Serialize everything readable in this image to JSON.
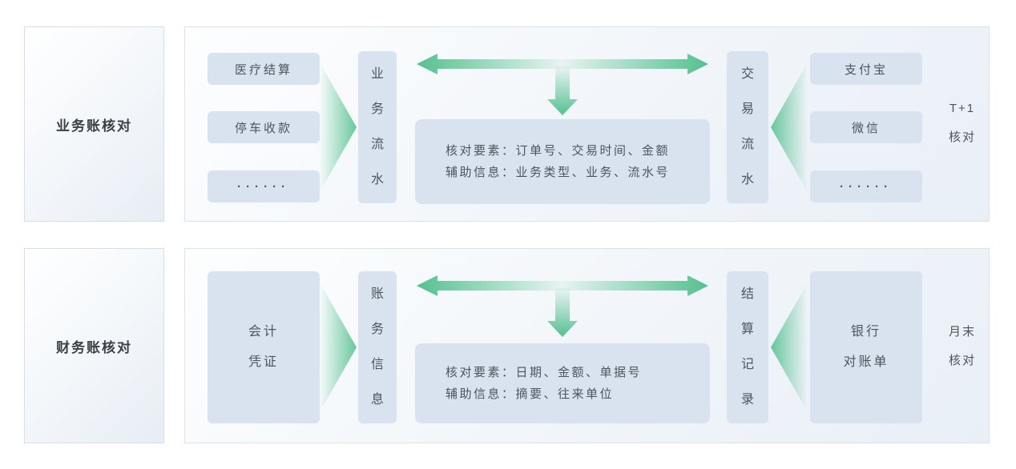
{
  "colors": {
    "accent_green": "#57c191",
    "node_fill": "#d9e3ef",
    "panel_fill": "#f2f6fa",
    "text": "#4d545b"
  },
  "row_business": {
    "sidebar_label": "业务账核对",
    "sources": [
      "医疗结算",
      "停车收款",
      "······"
    ],
    "left_channel": "业务流水",
    "right_channel": "交易流水",
    "targets": [
      "支付宝",
      "微信",
      "······"
    ],
    "info": {
      "line1": "核对要素：订单号、交易时间、金额",
      "line2": "辅助信息：业务类型、业务、流水号"
    },
    "schedule": "T+1\n核对"
  },
  "row_finance": {
    "sidebar_label": "财务账核对",
    "source_big": "会计\n凭证",
    "left_channel": "账务信息",
    "right_channel": "结算记录",
    "target_big": "银行\n对账单",
    "info": {
      "line1": "核对要素：日期、金额、单据号",
      "line2": "辅助信息：摘要、往来单位"
    },
    "schedule": "月末\n核对"
  }
}
